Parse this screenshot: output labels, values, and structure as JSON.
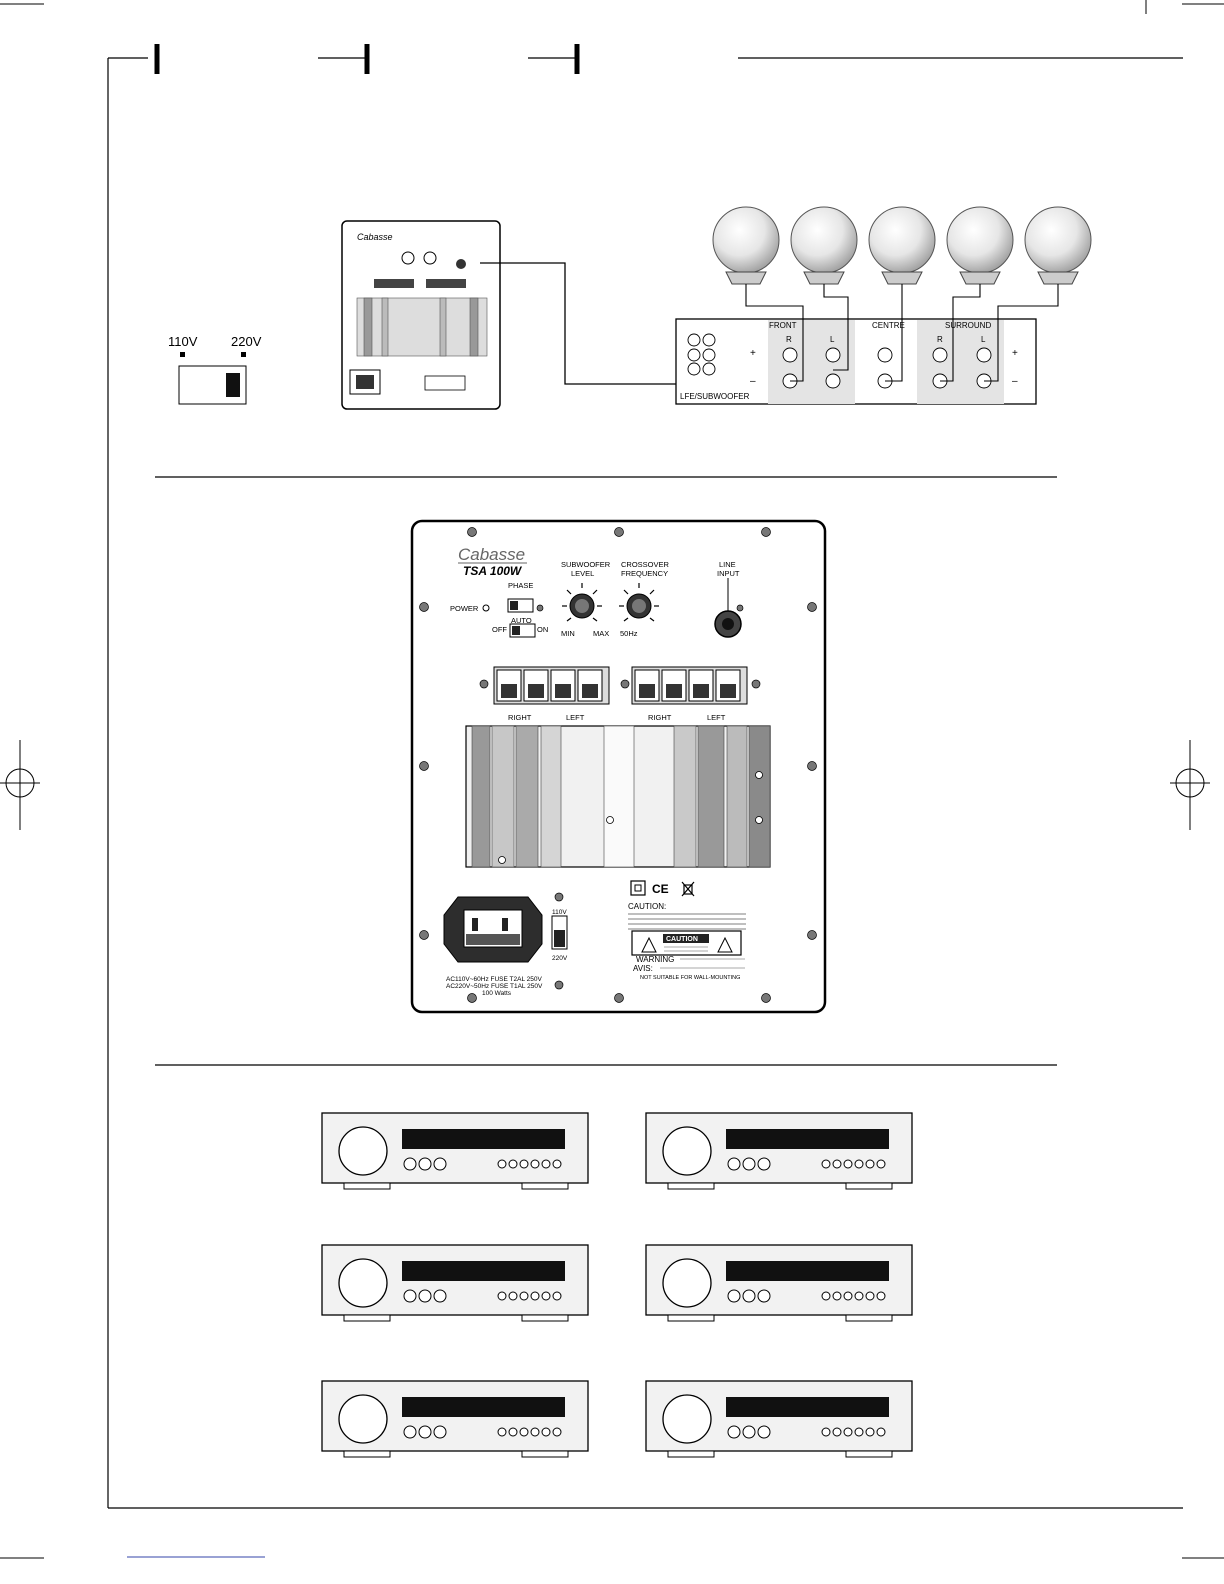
{
  "voltage_selector": {
    "label_110": "110V",
    "label_220": "220V"
  },
  "receiver_panel": {
    "front": "FRONT",
    "centre": "CENTRE",
    "surround": "SURROUND",
    "r": "R",
    "l": "L",
    "plus": "+",
    "minus": "–",
    "lfe": "LFE/SUBWOOFER"
  },
  "sub_panel": {
    "brand": "Cabasse",
    "model": "TSA 100W",
    "phase": "PHASE",
    "power": "POWER",
    "auto": "AUTO",
    "off": "OFF",
    "on": "ON",
    "sub_level_1": "SUBWOOFER",
    "sub_level_2": "LEVEL",
    "min": "MIN",
    "max": "MAX",
    "crossover_1": "CROSSOVER",
    "crossover_2": "FREQUENCY",
    "freq": "50Hz",
    "line_input_1": "LINE",
    "line_input_2": "INPUT",
    "right1": "RIGHT",
    "left1": "LEFT",
    "right2": "RIGHT",
    "left2": "LEFT",
    "v110": "110V",
    "v220": "220V",
    "ac_line1": "AC110V~60Hz FUSE T2AL 250V",
    "ac_line2": "AC220V~50Hz FUSE T1AL 250V",
    "ac_line3": "100 Watts",
    "caution": "CAUTION:",
    "caution_box": "CAUTION",
    "warning": "WARNING",
    "avis": "AVIS:",
    "mount_note": "NOT SUITABLE FOR WALL-MOUNTING"
  }
}
